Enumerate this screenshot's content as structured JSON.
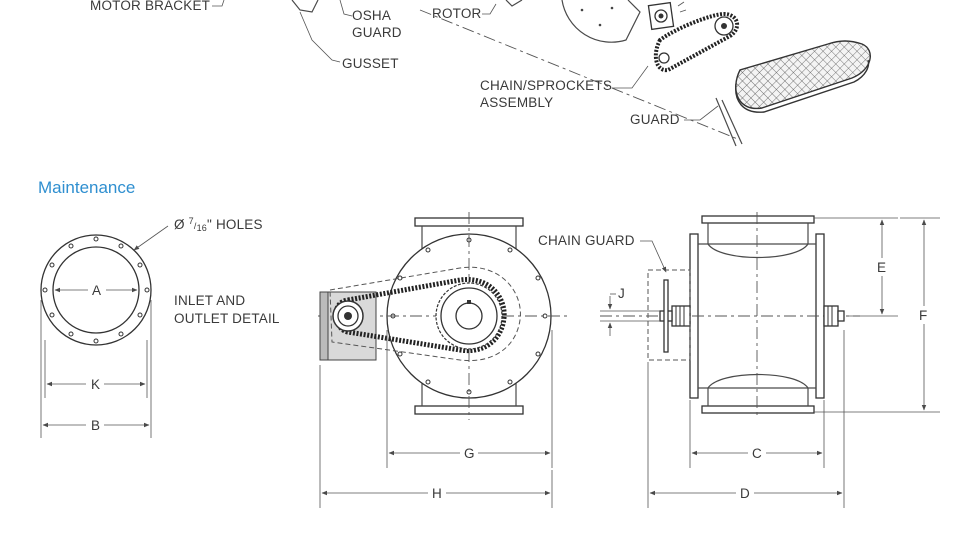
{
  "section_heading": "Maintenance",
  "colors": {
    "heading": "#2f8fd0",
    "line": "#4a4a4a"
  },
  "exploded_view": {
    "labels": {
      "motor_bracket": "MOTOR BRACKET",
      "osha_guard_line1": "OSHA",
      "osha_guard_line2": "GUARD",
      "rotor": "ROTOR",
      "gusset": "GUSSET",
      "chain_sprockets_line1": "CHAIN/SPROCKETS",
      "chain_sprockets_line2": "ASSEMBLY",
      "guard": "GUARD"
    }
  },
  "inlet_detail": {
    "holes_prefix": "Ø ",
    "holes_num": "7",
    "holes_den": "16",
    "holes_suffix": "\" HOLES",
    "caption_line1": "INLET AND",
    "caption_line2": "OUTLET DETAIL",
    "dim_a": "A",
    "dim_k": "K",
    "dim_b": "B"
  },
  "side_view": {
    "dim_g": "G",
    "dim_h": "H"
  },
  "front_view": {
    "chain_guard": "CHAIN GUARD",
    "dim_j": "J",
    "dim_e": "E",
    "dim_f": "F",
    "dim_c": "C",
    "dim_d": "D"
  }
}
